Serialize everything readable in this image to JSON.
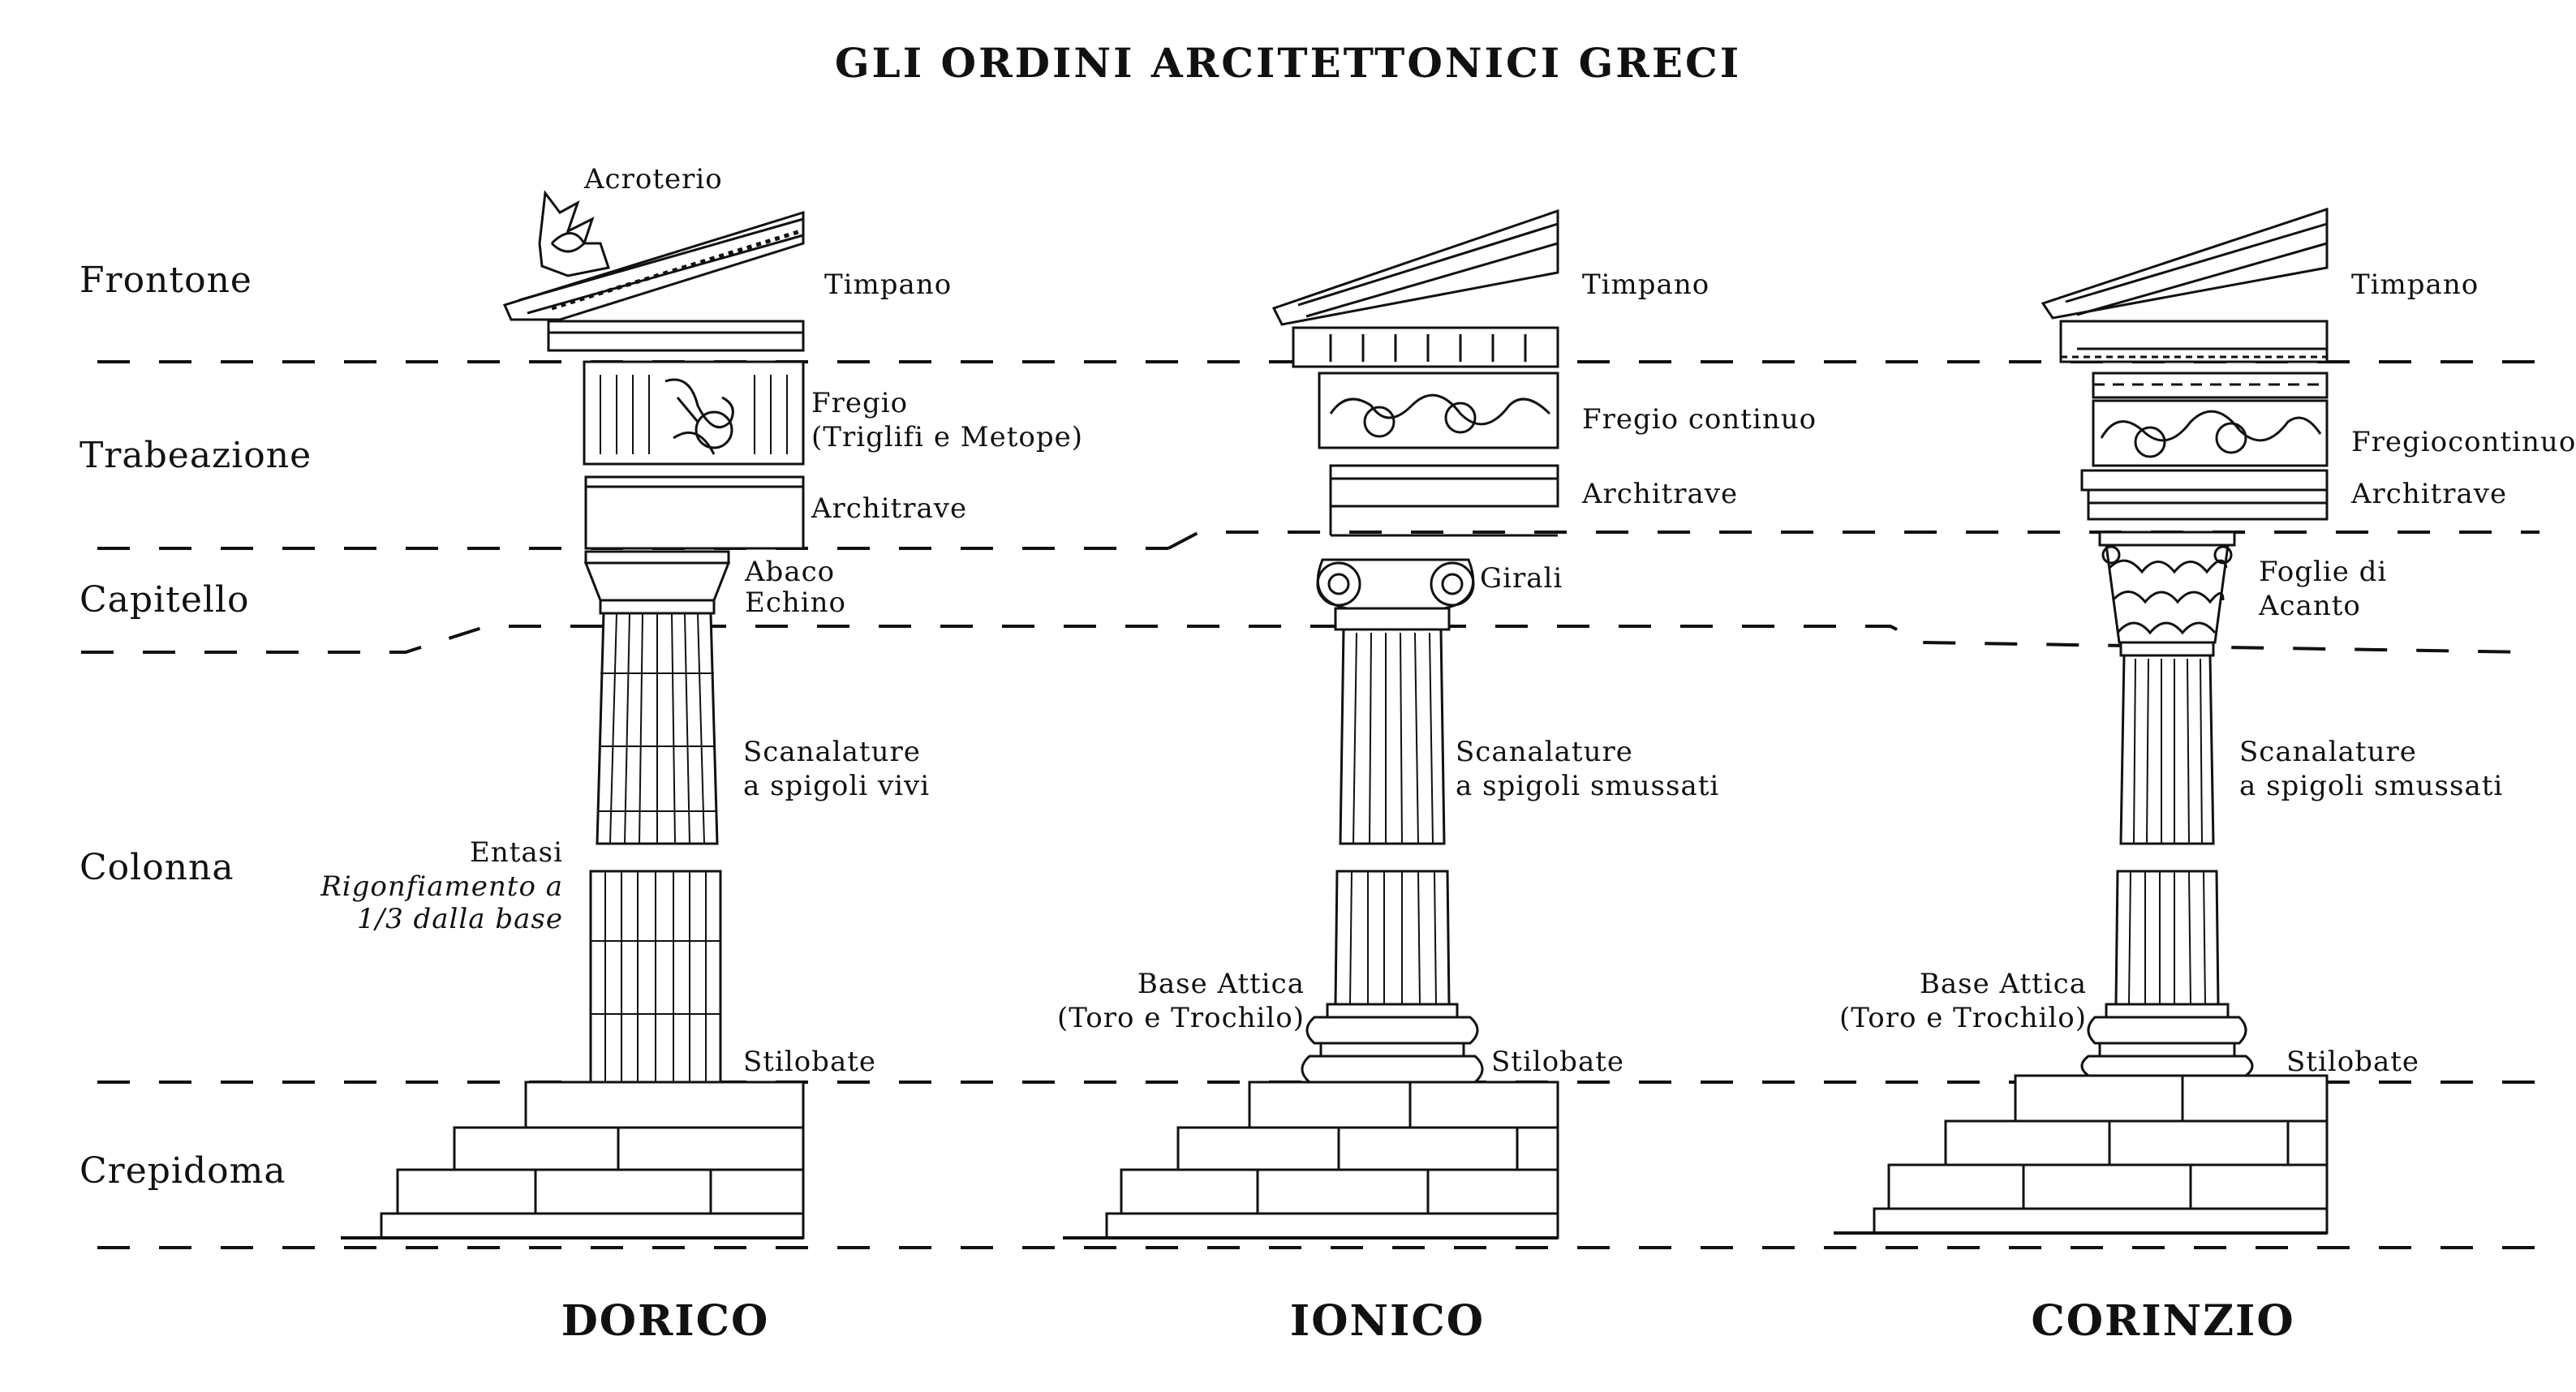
{
  "title": "GLI ORDINI ARCITETTONICI GRECI",
  "sections": {
    "frontone": "Frontone",
    "trabeazione": "Trabeazione",
    "capitello": "Capitello",
    "colonna": "Colonna",
    "crepidoma": "Crepidoma"
  },
  "dorico": {
    "name": "DORICO",
    "acroterio": "Acroterio",
    "timpano": "Timpano",
    "fregio_1": "Fregio",
    "fregio_2": "(Triglifi e Metope)",
    "architrave": "Architrave",
    "abaco": "Abaco",
    "echino": "Echino",
    "scanalature_1": "Scanalature",
    "scanalature_2": "a spigoli vivi",
    "entasi": "Entasi",
    "entasi_note_1": "Rigonfiamento a",
    "entasi_note_2": "1/3 dalla base",
    "stilobate": "Stilobate"
  },
  "ionico": {
    "name": "IONICO",
    "timpano": "Timpano",
    "fregio": "Fregio continuo",
    "architrave": "Architrave",
    "girali": "Girali",
    "scanalature_1": "Scanalature",
    "scanalature_2": "a spigoli smussati",
    "base_1": "Base Attica",
    "base_2": "(Toro e Trochilo)",
    "stilobate": "Stilobate"
  },
  "corinzio": {
    "name": "CORINZIO",
    "timpano": "Timpano",
    "fregio": "Fregiocontinuo",
    "architrave": "Architrave",
    "foglie_1": "Foglie di",
    "foglie_2": "Acanto",
    "scanalature_1": "Scanalature",
    "scanalature_2": "a spigoli smussati",
    "base_1": "Base Attica",
    "base_2": "(Toro e Trochilo)",
    "stilobate": "Stilobate"
  }
}
